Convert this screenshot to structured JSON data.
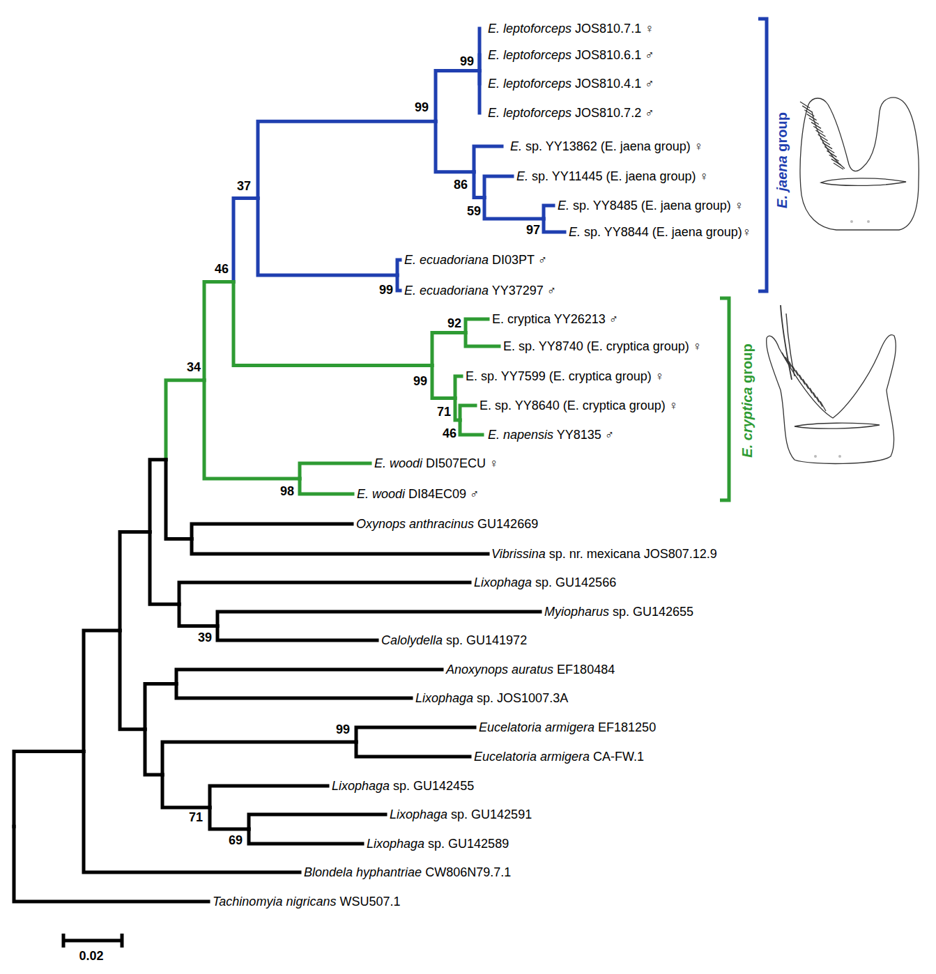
{
  "diagram": {
    "labels": [
      "E. leptoforceps JOS810.7.1 ♀",
      "E. leptoforceps JOS810.6.1 ♂",
      "E. leptoforceps JOS810.4.1 ♂",
      "E. leptoforceps JOS810.7.2 ♂",
      "E. sp. YY13862 (E. jaena group) ♀",
      "E. sp. YY11445 (E. jaena group) ♀",
      "E. sp. YY8485 (E. jaena group) ♀",
      "E. sp. YY8844 (E. jaena group)♀",
      "E. ecuadoriana DI03PT ♂",
      "E. ecuadoriana YY37297 ♂",
      "E. cryptica YY26213 ♂",
      "E. sp. YY8740 (E. cryptica group) ♀",
      "E. sp. YY7599 (E. cryptica group) ♀",
      "E. sp. YY8640 (E. cryptica group) ♀",
      "E. napensis YY8135 ♂",
      "E. woodi DI507ECU ♀",
      "E. woodi DI84EC09 ♂",
      "Oxynops anthracinus GU142669",
      "Vibrissina sp. nr. mexicana JOS807.12.9",
      "Lixophaga sp. GU142566",
      "Myiopharus sp. GU142655",
      "Calolydella sp. GU141972",
      "Anoxynops auratus EF180484",
      "Lixophaga sp. JOS1007.3A",
      "Eucelatoria armigera EF181250",
      "Eucelatoria armigera CA-FW.1",
      "Lixophaga sp. GU142455",
      "Lixophaga sp. GU142591",
      "Lixophaga sp. GU142589",
      "Blondela hyphantriae CW806N79.7.1",
      "Tachinomyia nigricans WSU507.1",
      "99",
      "99",
      "86",
      "59",
      "97",
      "37",
      "99",
      "46",
      "92",
      "99",
      "71",
      "46",
      "34",
      "98",
      "39",
      "99",
      "71",
      "69",
      "E. jaena group",
      "E. cryptica group",
      "0.02"
    ]
  }
}
